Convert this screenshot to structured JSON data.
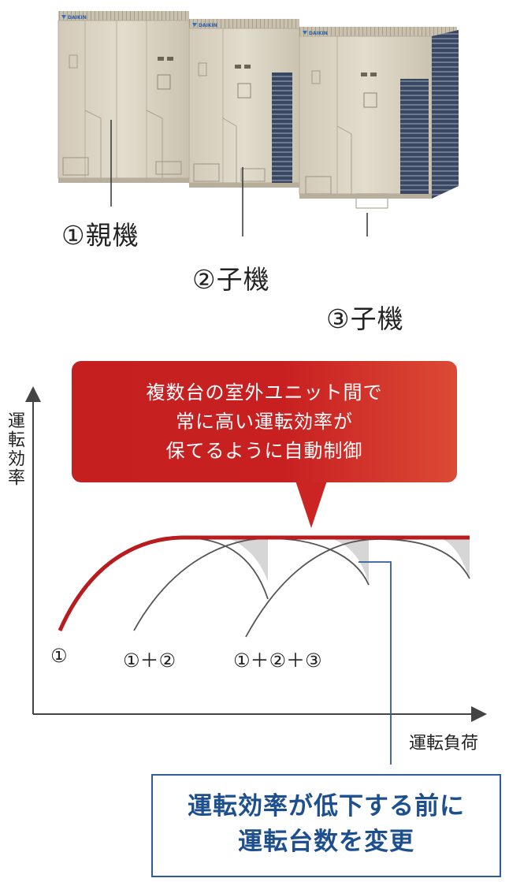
{
  "units": [
    {
      "label": "①親機"
    },
    {
      "label": "②子機"
    },
    {
      "label": "③子機"
    }
  ],
  "brand": "DAIKIN",
  "callout": {
    "lines": [
      "複数台の室外ユニット間で",
      "常に高い運転効率が",
      "保てるように自動制御"
    ]
  },
  "chart_data": {
    "type": "line",
    "ylabel": "運転効率",
    "xlabel": "運転負荷",
    "series_labels": [
      "①",
      "①＋②",
      "①＋②＋③"
    ]
  },
  "note": {
    "lines": [
      "運転効率が低下する前に",
      "運転台数を変更"
    ]
  },
  "colors": {
    "accent_red": "#c51f20",
    "note_blue": "#2f5d9b",
    "unit_beige": "#d9d2c2",
    "coil_blue": "#3d4a62"
  }
}
